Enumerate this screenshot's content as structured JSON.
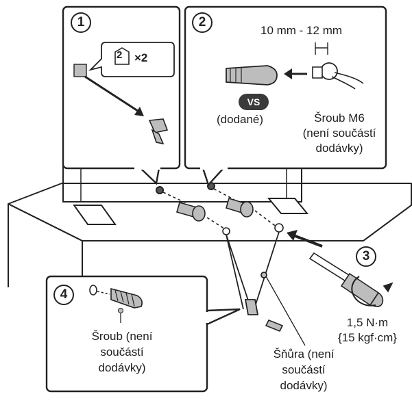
{
  "steps": {
    "step1": {
      "number": "1",
      "part_ref": "2",
      "quantity": "×2"
    },
    "step2": {
      "number": "2",
      "dimension": "10 mm - 12 mm",
      "badge": "VS",
      "supplied": "(dodané)",
      "screw_line1": "Šroub M6",
      "screw_line2": "(není součástí",
      "screw_line3": "dodávky)"
    },
    "step3": {
      "number": "3",
      "torque_line1": "1,5 N·m",
      "torque_line2": "{15 kgf·cm}"
    },
    "step4": {
      "number": "4",
      "screw_line1": "Šroub (není",
      "screw_line2": "součástí",
      "screw_line3": "dodávky)"
    }
  },
  "cord": {
    "line1": "Šňůra (není",
    "line2": "součástí",
    "line3": "dodávky)"
  },
  "colors": {
    "line": "#222222",
    "fill_gray": "#bdbdbd",
    "dark": "#3a3a3a",
    "background": "#ffffff"
  }
}
